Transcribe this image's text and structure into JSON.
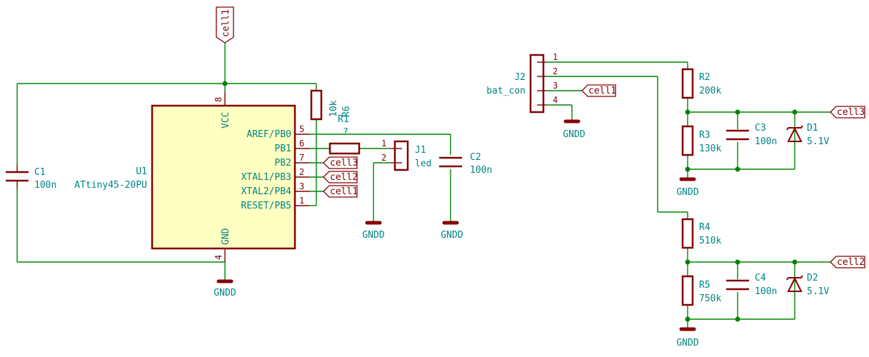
{
  "colors": {
    "wire": "#008400",
    "component": "#840000",
    "text": "#008484",
    "ic_fill": "#ffffc2"
  },
  "u1": {
    "ref": "U1",
    "value": "ATtiny45-20PU",
    "vcc": "VCC",
    "gnd": "GND",
    "pins": [
      {
        "name": "AREF/PB0",
        "num": "5"
      },
      {
        "name": "PB1",
        "num": "6"
      },
      {
        "name": "PB2",
        "num": "7"
      },
      {
        "name": "XTAL1/PB3",
        "num": "2"
      },
      {
        "name": "XTAL2/PB4",
        "num": "3"
      },
      {
        "name": "RESET/PB5",
        "num": "1"
      }
    ],
    "vcc_num": "8",
    "gnd_num": "4"
  },
  "c1": {
    "ref": "C1",
    "value": "100n"
  },
  "c2": {
    "ref": "C2",
    "value": "100n"
  },
  "c3": {
    "ref": "C3",
    "value": "100n"
  },
  "c4": {
    "ref": "C4",
    "value": "100n"
  },
  "r1": {
    "ref": "R1",
    "value": "?"
  },
  "r6": {
    "ref": "R6",
    "value": "10k"
  },
  "r2": {
    "ref": "R2",
    "value": "200k"
  },
  "r3": {
    "ref": "R3",
    "value": "130k"
  },
  "r4": {
    "ref": "R4",
    "value": "510k"
  },
  "r5": {
    "ref": "R5",
    "value": "750k"
  },
  "d1": {
    "ref": "D1",
    "value": "5.1V"
  },
  "d2": {
    "ref": "D2",
    "value": "5.1V"
  },
  "j1": {
    "ref": "J1",
    "value": "led",
    "pins": [
      "1",
      "2"
    ]
  },
  "j2": {
    "ref": "J2",
    "value": "bat_con",
    "pins": [
      "1",
      "2",
      "3",
      "4"
    ]
  },
  "labels": {
    "cell1": "cell1",
    "cell2": "cell2",
    "cell3": "cell3",
    "gndd": "GNDD"
  }
}
